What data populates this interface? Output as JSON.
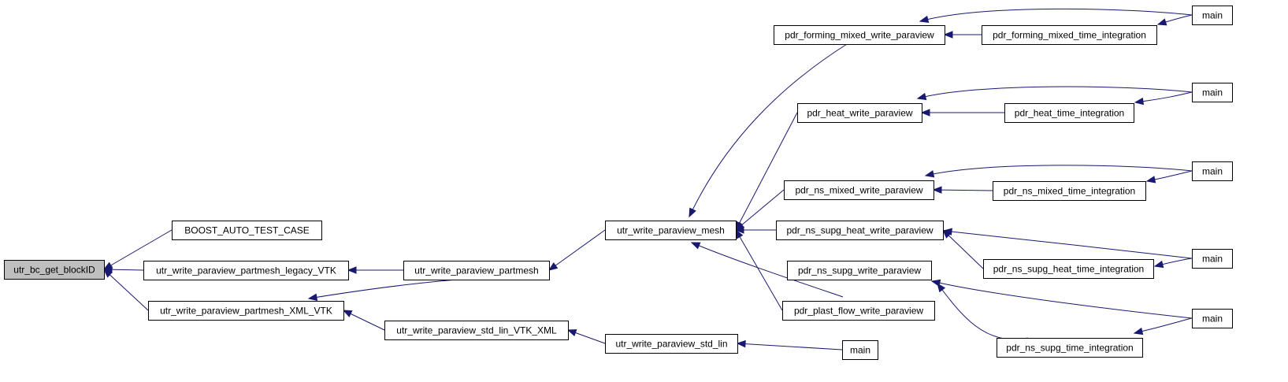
{
  "graph": {
    "root": "utr_bc_get_blockID",
    "nodes": [
      {
        "id": "n0",
        "label": "utr_bc_get_blockID",
        "highlight": true
      },
      {
        "id": "n1",
        "label": "BOOST_AUTO_TEST_CASE"
      },
      {
        "id": "n2",
        "label": "utr_write_paraview_partmesh_legacy_VTK"
      },
      {
        "id": "n3",
        "label": "utr_write_paraview_partmesh_XML_VTK"
      },
      {
        "id": "n4",
        "label": "utr_write_paraview_partmesh"
      },
      {
        "id": "n5",
        "label": "utr_write_paraview_std_lin_VTK_XML"
      },
      {
        "id": "n6",
        "label": "utr_write_paraview_mesh"
      },
      {
        "id": "n7",
        "label": "utr_write_paraview_std_lin"
      },
      {
        "id": "n8",
        "label": "main"
      },
      {
        "id": "n9",
        "label": "pdr_forming_mixed_write_paraview"
      },
      {
        "id": "n10",
        "label": "pdr_heat_write_paraview"
      },
      {
        "id": "n11",
        "label": "pdr_ns_mixed_write_paraview"
      },
      {
        "id": "n12",
        "label": "pdr_ns_supg_heat_write_paraview"
      },
      {
        "id": "n13",
        "label": "pdr_ns_supg_write_paraview"
      },
      {
        "id": "n14",
        "label": "pdr_plast_flow_write_paraview"
      },
      {
        "id": "n15",
        "label": "pdr_forming_mixed_time_integration"
      },
      {
        "id": "n16",
        "label": "pdr_heat_time_integration"
      },
      {
        "id": "n17",
        "label": "pdr_ns_mixed_time_integration"
      },
      {
        "id": "n18",
        "label": "pdr_ns_supg_heat_time_integration"
      },
      {
        "id": "n19",
        "label": "pdr_ns_supg_time_integration"
      },
      {
        "id": "n20",
        "label": "main"
      },
      {
        "id": "n21",
        "label": "main"
      },
      {
        "id": "n22",
        "label": "main"
      },
      {
        "id": "n23",
        "label": "main"
      },
      {
        "id": "n24",
        "label": "main"
      }
    ],
    "edges": [
      {
        "from": "n1",
        "to": "n0"
      },
      {
        "from": "n2",
        "to": "n0"
      },
      {
        "from": "n3",
        "to": "n0"
      },
      {
        "from": "n4",
        "to": "n2"
      },
      {
        "from": "n4",
        "to": "n3"
      },
      {
        "from": "n5",
        "to": "n3"
      },
      {
        "from": "n6",
        "to": "n4"
      },
      {
        "from": "n7",
        "to": "n5"
      },
      {
        "from": "n8",
        "to": "n7"
      },
      {
        "from": "n9",
        "to": "n6"
      },
      {
        "from": "n10",
        "to": "n6"
      },
      {
        "from": "n11",
        "to": "n6"
      },
      {
        "from": "n12",
        "to": "n6"
      },
      {
        "from": "n13",
        "to": "n6"
      },
      {
        "from": "n14",
        "to": "n6"
      },
      {
        "from": "n15",
        "to": "n9"
      },
      {
        "from": "n20",
        "to": "n9"
      },
      {
        "from": "n20",
        "to": "n15"
      },
      {
        "from": "n16",
        "to": "n10"
      },
      {
        "from": "n21",
        "to": "n10"
      },
      {
        "from": "n21",
        "to": "n16"
      },
      {
        "from": "n17",
        "to": "n11"
      },
      {
        "from": "n22",
        "to": "n11"
      },
      {
        "from": "n22",
        "to": "n17"
      },
      {
        "from": "n18",
        "to": "n12"
      },
      {
        "from": "n23",
        "to": "n12"
      },
      {
        "from": "n23",
        "to": "n18"
      },
      {
        "from": "n19",
        "to": "n13"
      },
      {
        "from": "n24",
        "to": "n13"
      },
      {
        "from": "n24",
        "to": "n19"
      }
    ]
  }
}
